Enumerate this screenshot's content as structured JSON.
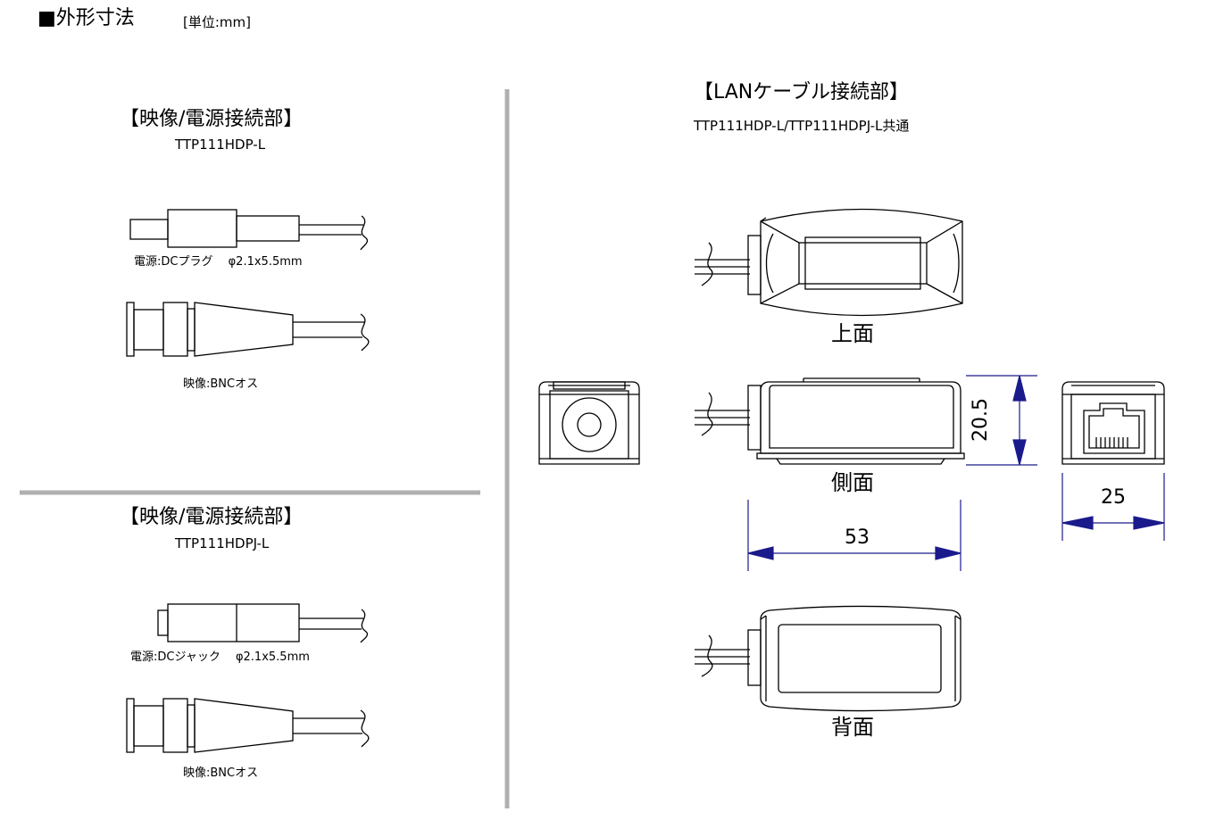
{
  "header": {
    "title": "■外形寸法",
    "unit": "[単位:mm]"
  },
  "section_av_1": {
    "title": "【映像/電源接続部】",
    "model": "TTP111HDP-L",
    "dc_label": "電源:DCプラグ　 φ2.1x5.5mm",
    "bnc_label": "映像:BNCオス"
  },
  "section_av_2": {
    "title": "【映像/電源接続部】",
    "model": "TTP111HDPJ-L",
    "dc_label": "電源:DCジャック　 φ2.1x5.5mm",
    "bnc_label": "映像:BNCオス"
  },
  "section_lan": {
    "title": "【LANケーブル接続部】",
    "model": "TTP111HDP-L/TTP111HDPJ-L共通",
    "views": {
      "top": "上面",
      "side": "側面",
      "back": "背面"
    },
    "dimensions": {
      "length": "53",
      "height": "20.5",
      "width": "25"
    }
  },
  "colors": {
    "line": "#000000",
    "dimension": "#1a1a8c",
    "separator": "#b0b0b0"
  }
}
